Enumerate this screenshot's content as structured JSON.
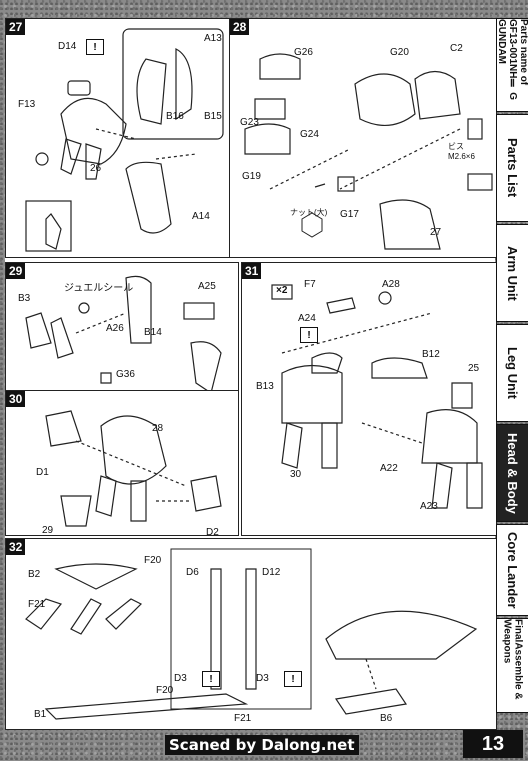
{
  "page": {
    "number": "13",
    "credit": "Scaned by Dalong.net"
  },
  "tabs": [
    {
      "label": "Parts name of GF13-001NHⅡ G GUNDAM",
      "active": false
    },
    {
      "label": "Parts List",
      "active": false
    },
    {
      "label": "Arm Unit",
      "active": false
    },
    {
      "label": "Leg Unit",
      "active": false
    },
    {
      "label": "Head & Body",
      "active": true
    },
    {
      "label": "Core Lander",
      "active": false
    },
    {
      "label": "FinalAssemble & Weapons",
      "active": false
    }
  ],
  "steps": {
    "s27": {
      "number": "27",
      "labels": [
        "D14",
        "A13",
        "B16",
        "B15",
        "F13",
        "26",
        "A14"
      ]
    },
    "s28": {
      "number": "28",
      "labels": [
        "G26",
        "G20",
        "C2",
        "G23",
        "G24",
        "G19",
        "G17",
        "27",
        "ナット(大)",
        "ビス M2.6×6"
      ]
    },
    "s29": {
      "number": "29",
      "labels": [
        "ジュエルシール",
        "B3",
        "A26",
        "B14",
        "A25",
        "G36"
      ]
    },
    "s30": {
      "number": "30",
      "labels": [
        "28",
        "D1",
        "29",
        "D2"
      ]
    },
    "s31": {
      "number": "31",
      "labels": [
        "×2",
        "F7",
        "A28",
        "A24",
        "B12",
        "25",
        "B13",
        "30",
        "A22",
        "A23"
      ]
    },
    "s32": {
      "number": "32",
      "labels": [
        "B2",
        "F20",
        "F21",
        "D6",
        "D12",
        "D3",
        "D3",
        "F20",
        "B1",
        "F21",
        "B6"
      ]
    }
  }
}
